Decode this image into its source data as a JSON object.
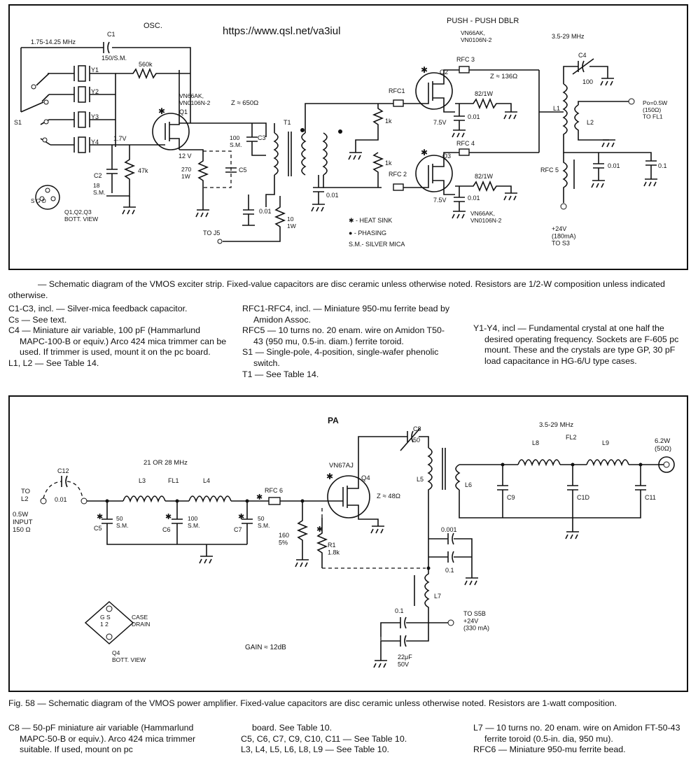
{
  "url": "https://www.qsl.net/va3iul",
  "exciter": {
    "sections": {
      "osc": "OSC.",
      "doubler": "PUSH - PUSH  DBLR",
      "band": "3.5-29 MHz",
      "input_band": "1.75-14.25 MHz"
    },
    "parts": {
      "c1": "C1",
      "c1_val": "150/S.M.",
      "r560": "560k",
      "y1": "Y1",
      "y2": "Y2",
      "y3": "Y3",
      "y4": "Y4",
      "s1": "S1",
      "v17": "1.7V",
      "c2": "C2",
      "c2_val": "18\nS.M.",
      "r47": "47k",
      "q1": "Q1",
      "q1_type": "VN66AK,\nVN0106N-2",
      "v12": "12 V",
      "r270": "270\n1W",
      "c5": "C5",
      "c3": "C3",
      "c3_val": "100\nS.M.",
      "z650": "Z ≈ 650Ω",
      "t1": "T1",
      "c001a": "0.01",
      "r10": "10\n1W",
      "to_j5": "TO J5",
      "c001b": "0.01",
      "r1k_a": "1k",
      "r1k_b": "1k",
      "rfc1": "RFC1",
      "rfc2": "RFC 2",
      "q2": "Q2",
      "q3": "Q3",
      "rfc3": "RFC 3",
      "rfc4": "RFC 4",
      "z136": "Z ≈ 136Ω",
      "r82a": "82/1W",
      "r82b": "82/1W",
      "c001c": "0.01",
      "c001d": "0.01",
      "v75a": "7.5V",
      "v75b": "7.5V",
      "q23_type": "VN66AK,\nVN0106N-2",
      "q23_type_top": "VN66AK,\nVN0106N-2",
      "c4": "C4",
      "c4_val": "100",
      "l1": "L1",
      "l2": "L2",
      "out": "Po=0.5W\n(150Ω)\nTO FL1",
      "rfc5": "RFC 5",
      "c001e": "0.01",
      "c01": "0.1",
      "supply": "+24V\n(180mA)\nTO S3",
      "pins": "S  G  D",
      "bott_view": "Q1,Q2,Q3\nBOTT. VIEW"
    },
    "legend": {
      "heat_sink": "✱ - HEAT SINK",
      "phasing": "● - PHASING",
      "silver_mica": "S.M.- SILVER MICA"
    }
  },
  "exciter_caption": {
    "intro": "— Schematic diagram of the VMOS exciter strip. Fixed-value capacitors are disc ceramic unless otherwise noted. Resistors are 1/2-W composition unless indicated otherwise.",
    "col1": [
      "C1-C3, incl. — Silver-mica feedback capacitor.",
      "Cs — See text.",
      "C4 — Miniature air variable, 100 pF (Hammarlund MAPC-100-B or equiv.) Arco 424 mica trimmer can be used. If trimmer is used, mount it on the pc board.",
      "L1, L2 — See Table 14."
    ],
    "col2": [
      "RFC1-RFC4, incl. — Miniature 950-mu ferrite bead by Amidon Assoc.",
      "RFC5 — 10 turns no. 20 enam. wire on Amidon T50-43 (950 mu, 0.5-in. diam.) ferrite toroid.",
      "S1 — Single-pole, 4-position, single-wafer phenolic switch.",
      "T1 — See Table 14."
    ],
    "col3": [
      "Y1-Y4, incl — Fundamental crystal at one half the desired operating frequency. Sockets are F-605 pc mount. These and the crystals are type GP, 30 pF load capacitance in HG-6/U type cases."
    ]
  },
  "pa": {
    "title": "PA",
    "parts": {
      "to_l2": "TO\nL2",
      "input": "0.5W\nINPUT\n150 Ω",
      "c12": "C12",
      "c12_val": "0.01",
      "band": "21 OR 28 MHz",
      "l3": "L3",
      "fl1": "FL1",
      "l4": "L4",
      "c5": "C5",
      "c5_val": "50\nS.M.",
      "c6": "C6",
      "c6_val": "100\nS.M.",
      "c7": "C7",
      "c7_val": "50\nS.M.",
      "rfc6": "RFC 6",
      "r160": "160\n5%",
      "r1": "R1\n1.8k",
      "q4_type": "VN67AJ",
      "q4": "Q4",
      "z48": "Z ≈ 48Ω",
      "c8": "C8",
      "c8_val": "50",
      "l5": "L5",
      "l6": "L6",
      "c0001": "0.001",
      "c01a": "0.1",
      "c01b": "0.1",
      "l7": "L7",
      "to_s5b": "TO S5B\n+24V\n(330 mA)",
      "c22": "22μF\n50V",
      "out_band": "3.5-29 MHz",
      "fl2": "FL2",
      "l8": "L8",
      "l9": "L9",
      "c9": "C9",
      "c10": "C1D",
      "c11": "C11",
      "output": "6.2W\n(50Ω)",
      "gain": "GAIN ≈ 12dB",
      "case": "CASE\nDRAIN",
      "pins": "G  S\n1   2",
      "bott_view": "Q4\nBOTT.  VIEW"
    }
  },
  "pa_caption": {
    "intro": "Fig. 58 — Schematic diagram of the VMOS power amplifier. Fixed-value capacitors are disc ceramic unless otherwise noted. Resistors are 1-watt composition.",
    "col1": [
      "C8 — 50-pF miniature air variable (Hammarlund MAPC-50-B or equiv.). Arco 424 mica trimmer suitable. If used, mount on pc"
    ],
    "col2": [
      "board. See Table 10.",
      "C5, C6, C7, C9, C10, C11 — See Table 10.",
      "L3, L4, L5, L6, L8, L9 — See Table 10."
    ],
    "col3": [
      "L7 — 10 turns no. 20 enam. wire on Amidon FT-50-43 ferrite toroid (0.5-in. dia, 950 mu).",
      "RFC6 — Miniature 950-mu ferrite bead."
    ]
  }
}
